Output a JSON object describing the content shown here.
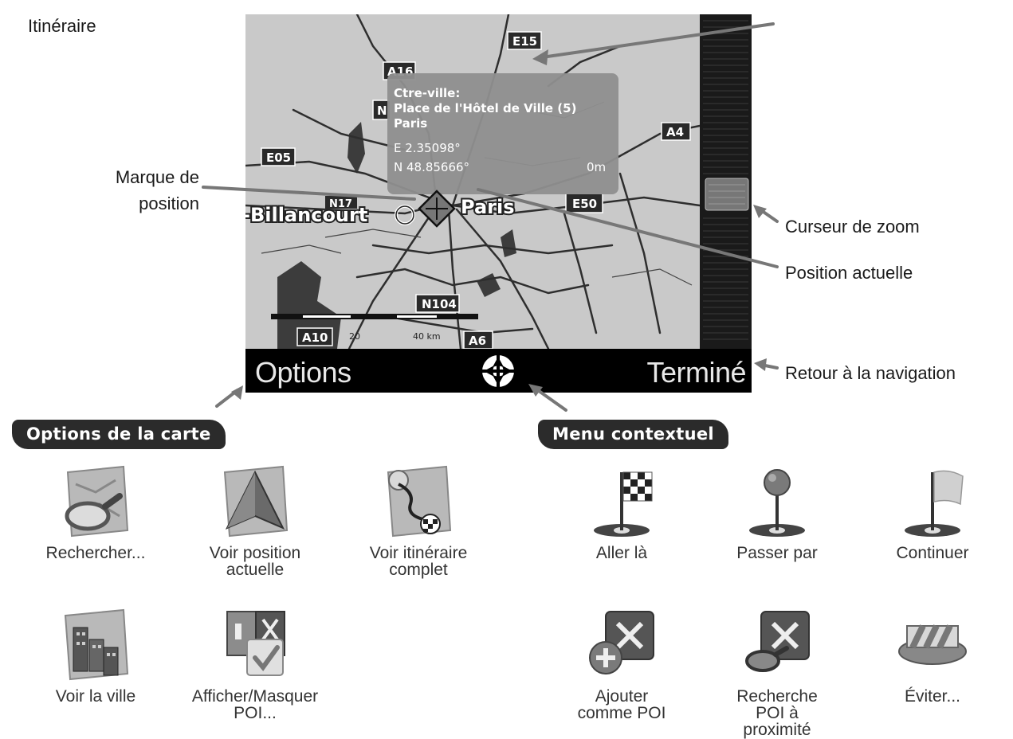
{
  "page_title": "Itinéraire",
  "annotations": {
    "position_mark": "Marque de\nposition",
    "zoom_cursor": "Curseur de zoom",
    "current_position": "Position actuelle",
    "back_to_nav": "Retour à la navigation"
  },
  "map": {
    "roads": [
      "E15",
      "A16",
      "E05",
      "A4",
      "E50",
      "N104",
      "A10",
      "A6",
      "N",
      "N17"
    ],
    "city_left": "-Billancourt",
    "city": "Paris",
    "info_box": {
      "line1": "Ctre-ville:",
      "line2": "Place de l'Hôtel de Ville (5)",
      "line3": "Paris",
      "line4": "E 2.35098°",
      "line5": "N 48.85666°",
      "distance": "0m"
    },
    "scale": {
      "mid": "20",
      "end": "40 km"
    },
    "options_label": "Options",
    "done_label": "Terminé"
  },
  "sections": {
    "map_options": "Options de la carte",
    "context_menu": "Menu contextuel"
  },
  "map_options_items": [
    {
      "label": "Rechercher...",
      "icon": "search-map-icon"
    },
    {
      "label": "Voir position\nactuelle",
      "icon": "current-position-icon"
    },
    {
      "label": "Voir itinéraire\ncomplet",
      "icon": "full-route-icon"
    },
    {
      "label": "Voir la ville",
      "icon": "city-view-icon"
    },
    {
      "label": "Afficher/Masquer\nPOI...",
      "icon": "toggle-poi-icon"
    }
  ],
  "context_items": [
    {
      "label": "Aller là",
      "icon": "checkered-flag-icon"
    },
    {
      "label": "Passer par",
      "icon": "waypoint-pin-icon"
    },
    {
      "label": "Continuer",
      "icon": "flag-icon"
    },
    {
      "label": "Ajouter\ncomme POI",
      "icon": "add-poi-icon"
    },
    {
      "label": "Recherche\nPOI à\nproximité",
      "icon": "nearby-poi-icon"
    },
    {
      "label": "Éviter...",
      "icon": "avoid-icon"
    }
  ]
}
